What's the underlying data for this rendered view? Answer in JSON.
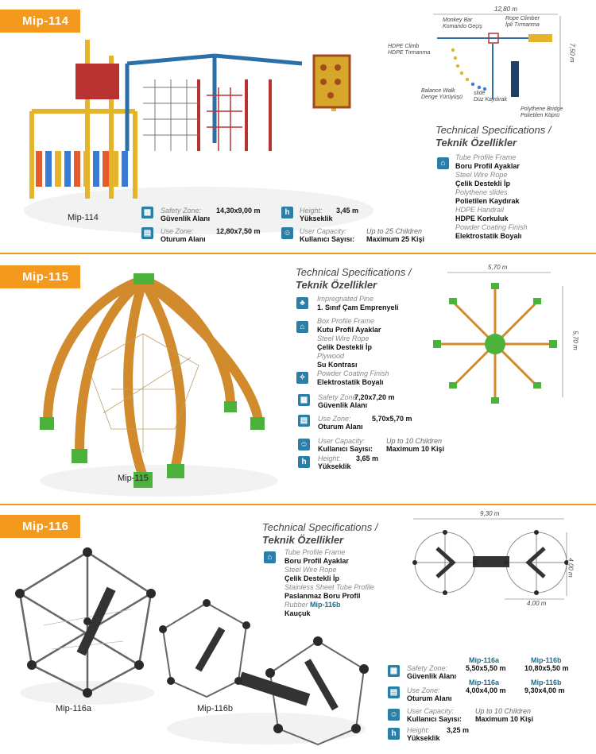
{
  "colors": {
    "accent": "#f39a1e",
    "icon": "#2b7fa6",
    "green": "#4bb33b",
    "wood": "#d18a2c"
  },
  "mip114": {
    "tag": "Mip-114",
    "caption": "Mip-114",
    "title_en": "Technical Specifications /",
    "title_tr": "Teknik Özellikler",
    "specs": [
      {
        "en": "Tube Profile Frame",
        "tr": "Boru Profil Ayaklar"
      },
      {
        "en": "Steel Wire Rope",
        "tr": "Çelik Destekli İp"
      },
      {
        "en": "Polythene slides",
        "tr": "Polietilen Kaydırak"
      },
      {
        "en": "HDPE Handrail",
        "tr": "HDPE Korkuluk"
      },
      {
        "en": "Powder Coating Finish",
        "tr": "Elektrostatik Boyalı"
      }
    ],
    "safety_en": "Safety Zone:",
    "safety_tr": "Güvenlik Alanı",
    "safety_val": "14,30x9,00 m",
    "use_en": "Use Zone:",
    "use_tr": "Oturum Alanı",
    "use_val": "12,80x7,50 m",
    "height_en": "Height:",
    "height_tr": "Yükseklik",
    "height_val": "3,45 m",
    "cap_en": "User Capacity:",
    "cap_tr": "Kullanıcı Sayısı:",
    "cap_val_en": "Up to 25 Children",
    "cap_val_tr": "Maximum 25 Kişi",
    "plan": {
      "width": "12,80 m",
      "depth": "7,50 m",
      "labels": [
        "Monkey Bar",
        "Komando Geçiş",
        "Rope Climber",
        "İpli Tırmanma",
        "HDPE Climb",
        "HDPE Tırmanma",
        "Balance Walk",
        "Denge Yürüyüşü",
        "slide",
        "Düz Kaydırak",
        "Polythene Bridge",
        "Polietilen Köprü"
      ]
    }
  },
  "mip115": {
    "tag": "Mip-115",
    "caption": "Mip-115",
    "title_en": "Technical Specifications /",
    "title_tr": "Teknik Özellikler",
    "specs": [
      {
        "en": "Impregnated Pine",
        "tr": "1. Sınıf Çam Emprenyeli"
      },
      {
        "en": "Box Profile Frame",
        "tr": "Kutu Profil Ayaklar"
      },
      {
        "en": "Steel Wire Rope",
        "tr": "Çelik Destekli İp"
      },
      {
        "en": "Plywood",
        "tr": "Su Kontrası"
      },
      {
        "en": "Powder Coating Finish",
        "tr": "Elektrostatik Boyalı"
      }
    ],
    "safety_en": "Safety Zone:",
    "safety_tr": "Güvenlik Alanı",
    "safety_val": "7,20x7,20 m",
    "use_en": "Use Zone:",
    "use_tr": "Oturum Alanı",
    "use_val": "5,70x5,70 m",
    "cap_en": "User Capacity:",
    "cap_tr": "Kullanıcı Sayısı:",
    "cap_val_en": "Up to 10 Children",
    "cap_val_tr": "Maximum 10 Kişi",
    "height_en": "Height:",
    "height_tr": "Yükseklik",
    "height_val": "3,65 m",
    "plan": {
      "width": "5,70 m",
      "depth": "5,70 m"
    }
  },
  "mip116": {
    "tag": "Mip-116",
    "caption_a": "Mip-116a",
    "caption_b": "Mip-116b",
    "title_en": "Technical Specifications /",
    "title_tr": "Teknik Özellikler",
    "specs": [
      {
        "en": "Tube Profile Frame",
        "tr": "Boru Profil Ayaklar"
      },
      {
        "en": "Steel Wire Rope",
        "tr": "Çelik Destekli İp"
      },
      {
        "en": "Stainless Sheet Tube Profile",
        "tr": "Paslanmaz Boru Profil"
      },
      {
        "en": "Rubber",
        "en_hl": "Mip-116b",
        "tr": "Kauçuk"
      }
    ],
    "col_a": "Mip-116a",
    "col_b": "Mip-116b",
    "safety_en": "Safety Zone:",
    "safety_tr": "Güvenlik Alanı",
    "safety_a": "5,50x5,50 m",
    "safety_b": "10,80x5,50 m",
    "use_en": "Use Zone:",
    "use_tr": "Oturum Alanı",
    "use_a": "4,00x4,00 m",
    "use_b": "9,30x4,00 m",
    "cap_en": "User Capacity:",
    "cap_tr": "Kullanıcı Sayısı:",
    "cap_val_en": "Up to 10 Children",
    "cap_val_tr": "Maximum 10 Kişi",
    "height_en": "Height:",
    "height_tr": "Yükseklik",
    "height_val": "3,25 m",
    "plan": {
      "width": "9,30 m",
      "depth": "4,00 m",
      "sub": "4,00 m"
    }
  }
}
